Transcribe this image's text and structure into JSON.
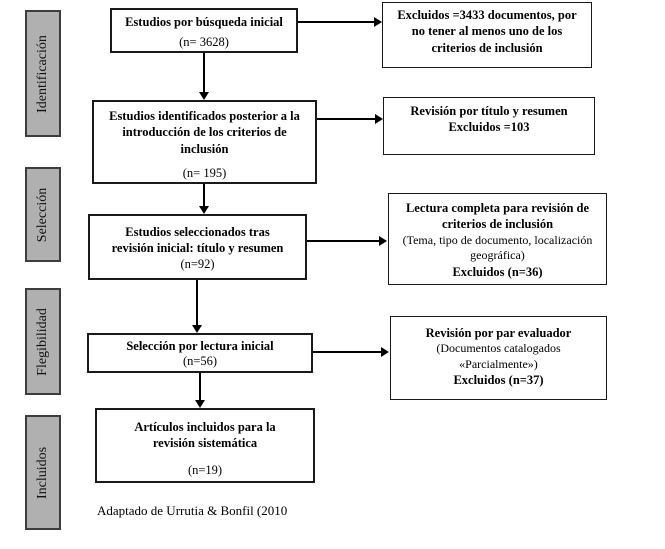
{
  "stages": [
    {
      "label": "Identificación"
    },
    {
      "label": "Selección"
    },
    {
      "label": "Flegibilidad"
    },
    {
      "label": "Incluidos"
    }
  ],
  "main_boxes": [
    {
      "title": "Estudios por búsqueda inicial",
      "count": "(n= 3628)"
    },
    {
      "title": "Estudios identificados posterior a la\nintroducción de los criterios de\ninclusión",
      "count": "(n= 195)"
    },
    {
      "title": "Estudios seleccionados tras\nrevisión inicial: título y resumen",
      "count": "(n=92)"
    },
    {
      "title": "Selección por lectura inicial",
      "count": "(n=56)"
    },
    {
      "title": "Artículos incluidos para la\nrevisión sistemática",
      "count": "(n=19)"
    }
  ],
  "exclusion_boxes": [
    {
      "bold_top": "Excluidos =3433 documentos, por\nno tener al menos uno de los\ncriterios de inclusión",
      "note": "",
      "bold_bottom": ""
    },
    {
      "bold_top": "Revisión por título y resumen\nExcluidos =103",
      "note": "",
      "bold_bottom": ""
    },
    {
      "bold_top": "Lectura completa para revisión de\ncriterios de inclusión",
      "note": "(Tema, tipo de documento, localización\ngeográfica)",
      "bold_bottom": "Excluidos (n=36)"
    },
    {
      "bold_top": "Revisión por par evaluador",
      "note": "(Documentos catalogados\n«Parcialmente»)",
      "bold_bottom": "Excluidos (n=37)"
    }
  ],
  "caption": "Adaptado de Urrutia & Bonfil (2010",
  "icons": {
    "down_arrow": "▼",
    "right_arrow": "►"
  },
  "colors": {
    "stage_fill": "#b0b0b0",
    "stage_border": "#3d3d3d",
    "box_border": "#1a1a1a",
    "background": "#ffffff",
    "text": "#000000"
  }
}
